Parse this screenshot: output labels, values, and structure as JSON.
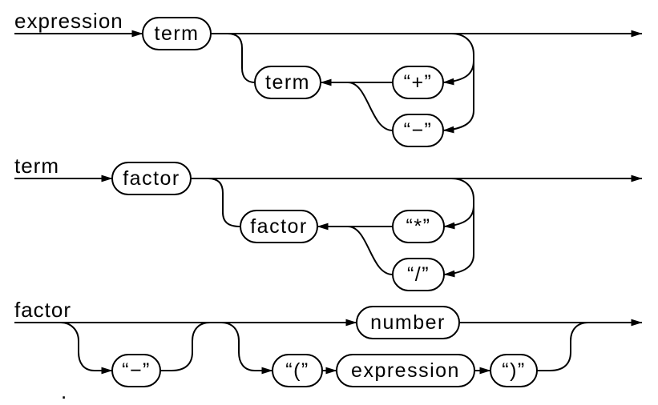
{
  "colors": {
    "stroke": "#000000",
    "background": "#ffffff"
  },
  "rules": [
    {
      "label": "expression",
      "box1": "term",
      "box2": "term",
      "op_top": "“+”",
      "op_bottom": "“−”"
    },
    {
      "label": "term",
      "box1": "factor",
      "box2": "factor",
      "op_top": "“*”",
      "op_bottom": "“/”"
    },
    {
      "label": "factor",
      "optional_minus": "“−”",
      "alt_number": "number",
      "open_paren": "“(”",
      "inner": "expression",
      "close_paren": "“)”"
    }
  ],
  "period": "."
}
